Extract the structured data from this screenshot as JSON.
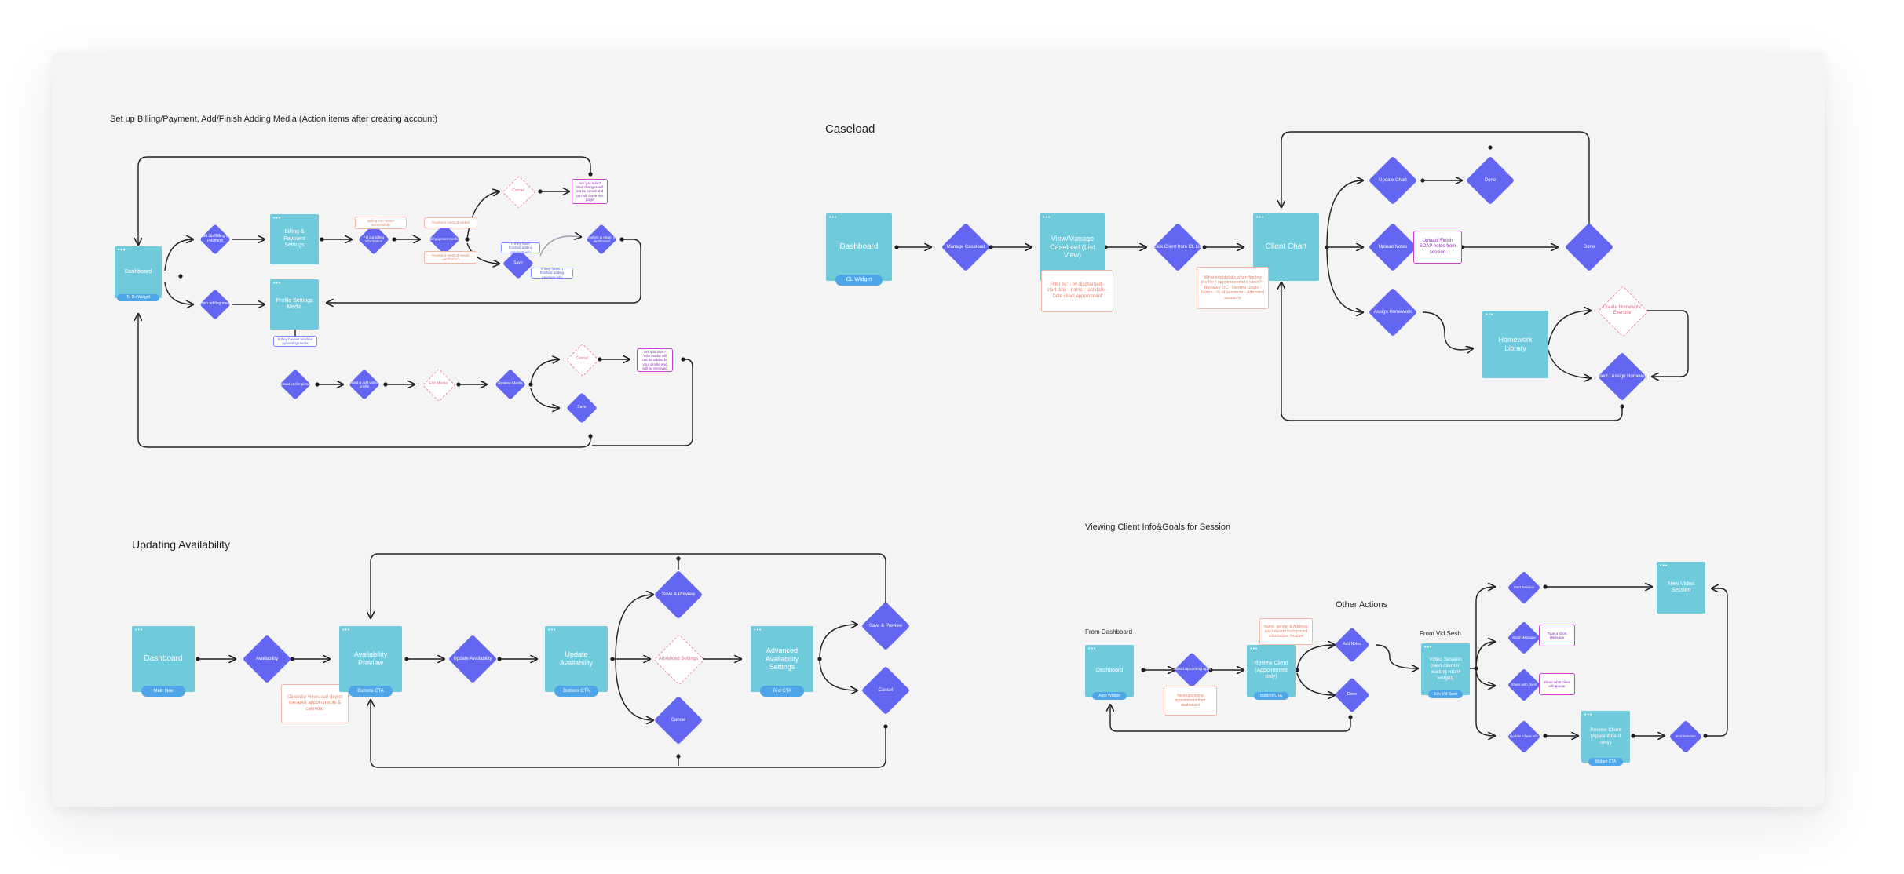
{
  "sections": {
    "billing": "Set up Billing/Payment, Add/Finish Adding Media (Action items after creating account)",
    "caseload": "Caseload",
    "availability": "Updating Availability",
    "viewing": "Viewing Client Info&Goals for Session",
    "other": "Other Actions"
  },
  "labels": {
    "from_dashboard": "From Dashboard",
    "from_vid_sesh": "From Vid Sesh"
  },
  "billing": {
    "dashboard": "Dashboard",
    "dashboard_btn": "To Do Widget",
    "d_billing": "Set Up Billing & Payment",
    "d_media": "Finish adding media",
    "billing_settings": "Billing & Payment Settings",
    "profile_media": "Profile Settings Media",
    "d_add_billing": "Fill out billing information",
    "note_billing_a": "Billing info saved successfully",
    "d_add_payment": "Add payment method",
    "note_payment_a": "Payment method added",
    "note_payment_b": "Payment method needs verification",
    "p_cancel": "Cancel",
    "note_cancel": "Are you sure? Your changes will not be saved and you will leave this page",
    "d_save": "Save",
    "note_save_a": "If they have finished adding payment info",
    "note_save_b": "If they haven't finished adding payment info",
    "d_confirm": "Confirm & return to dashboard",
    "note_media": "If they haven't finished uploading media",
    "d_upload_profile": "Upload profile picture",
    "d_add_video": "Upload & add video to profile",
    "p_edit": "Edit Media",
    "d_review": "Review Media",
    "p_cancel2": "Cancel",
    "note_cancel2": "Are you sure? Your media will not be added to your profile and will be removed",
    "d_save2": "Save"
  },
  "caseload": {
    "dashboard": "Dashboard",
    "dashboard_btn": "CL Widget",
    "d_manage": "Manage Caseload",
    "view_manage": "View/Manage Caseload (List View)",
    "note_filter": "Filter by: - by discharged - start date - name - last date - Date client appointment",
    "d_click": "Click Client from CL List",
    "client_chart": "Client Chart",
    "note_chart": "What info/details when finding the file / appointments in client? - Review / DC - Review Goals - Notes - % of sessions - Attended sessions",
    "d_update_chart": "Update Chart",
    "d_upload_notes": "Upload Notes",
    "note_upload": "Upload/ Finish SOAP notes from session",
    "d_assign": "Assign Homework",
    "d_done1": "Done",
    "d_done2": "Done",
    "homework_library": "Homework Library",
    "p_create": "Create Homework Exercise",
    "d_select": "Select / Assign Homework"
  },
  "availability": {
    "dashboard": "Dashboard",
    "dashboard_btn": "Main Nav",
    "d_avail": "Availability",
    "note_avail": "Calendar views can depict therapist appointments & calendar",
    "preview": "Availability Preview",
    "preview_btn": "Buttons CTA",
    "d_update": "Update Availability",
    "update": "Update Availability",
    "update_btn": "Buttons CTA",
    "d_save_preview1": "Save & Preview",
    "p_advanced": "Advanced Settings",
    "d_cancel1": "Cancel",
    "advanced": "Advanced Availability Settings",
    "advanced_btn": "Text CTA",
    "d_save_preview2": "Save & Preview",
    "d_cancel2": "Cancel"
  },
  "viewing": {
    "dashboard": "Dashboard",
    "dashboard_btn": "Appt Widget",
    "d_select_appt": "Select upcoming appt",
    "note_dash": "Next/upcoming appointment from dashboard",
    "review": "Review Client (Appointment only)",
    "review_btn": "Buttons CTA",
    "note_review": "Name, gender & Address, any relevant background information, location",
    "d_add_notes": "Add Notes",
    "d_done": "Done",
    "video_session": "Video Session (next client in waiting room widget)",
    "video_btn": "Join Vid Sesh",
    "d_start": "Start Session",
    "d_send_message": "Send Message",
    "note_message": "Type a short Message",
    "d_share": "Share with client",
    "note_share": "Share what client will appear",
    "d_review_client": "Update Client Info",
    "new_video": "New Video Session",
    "review2": "Review Client (Appointment only)",
    "review2_btn": "Widget CTA",
    "d_end": "End Session"
  }
}
